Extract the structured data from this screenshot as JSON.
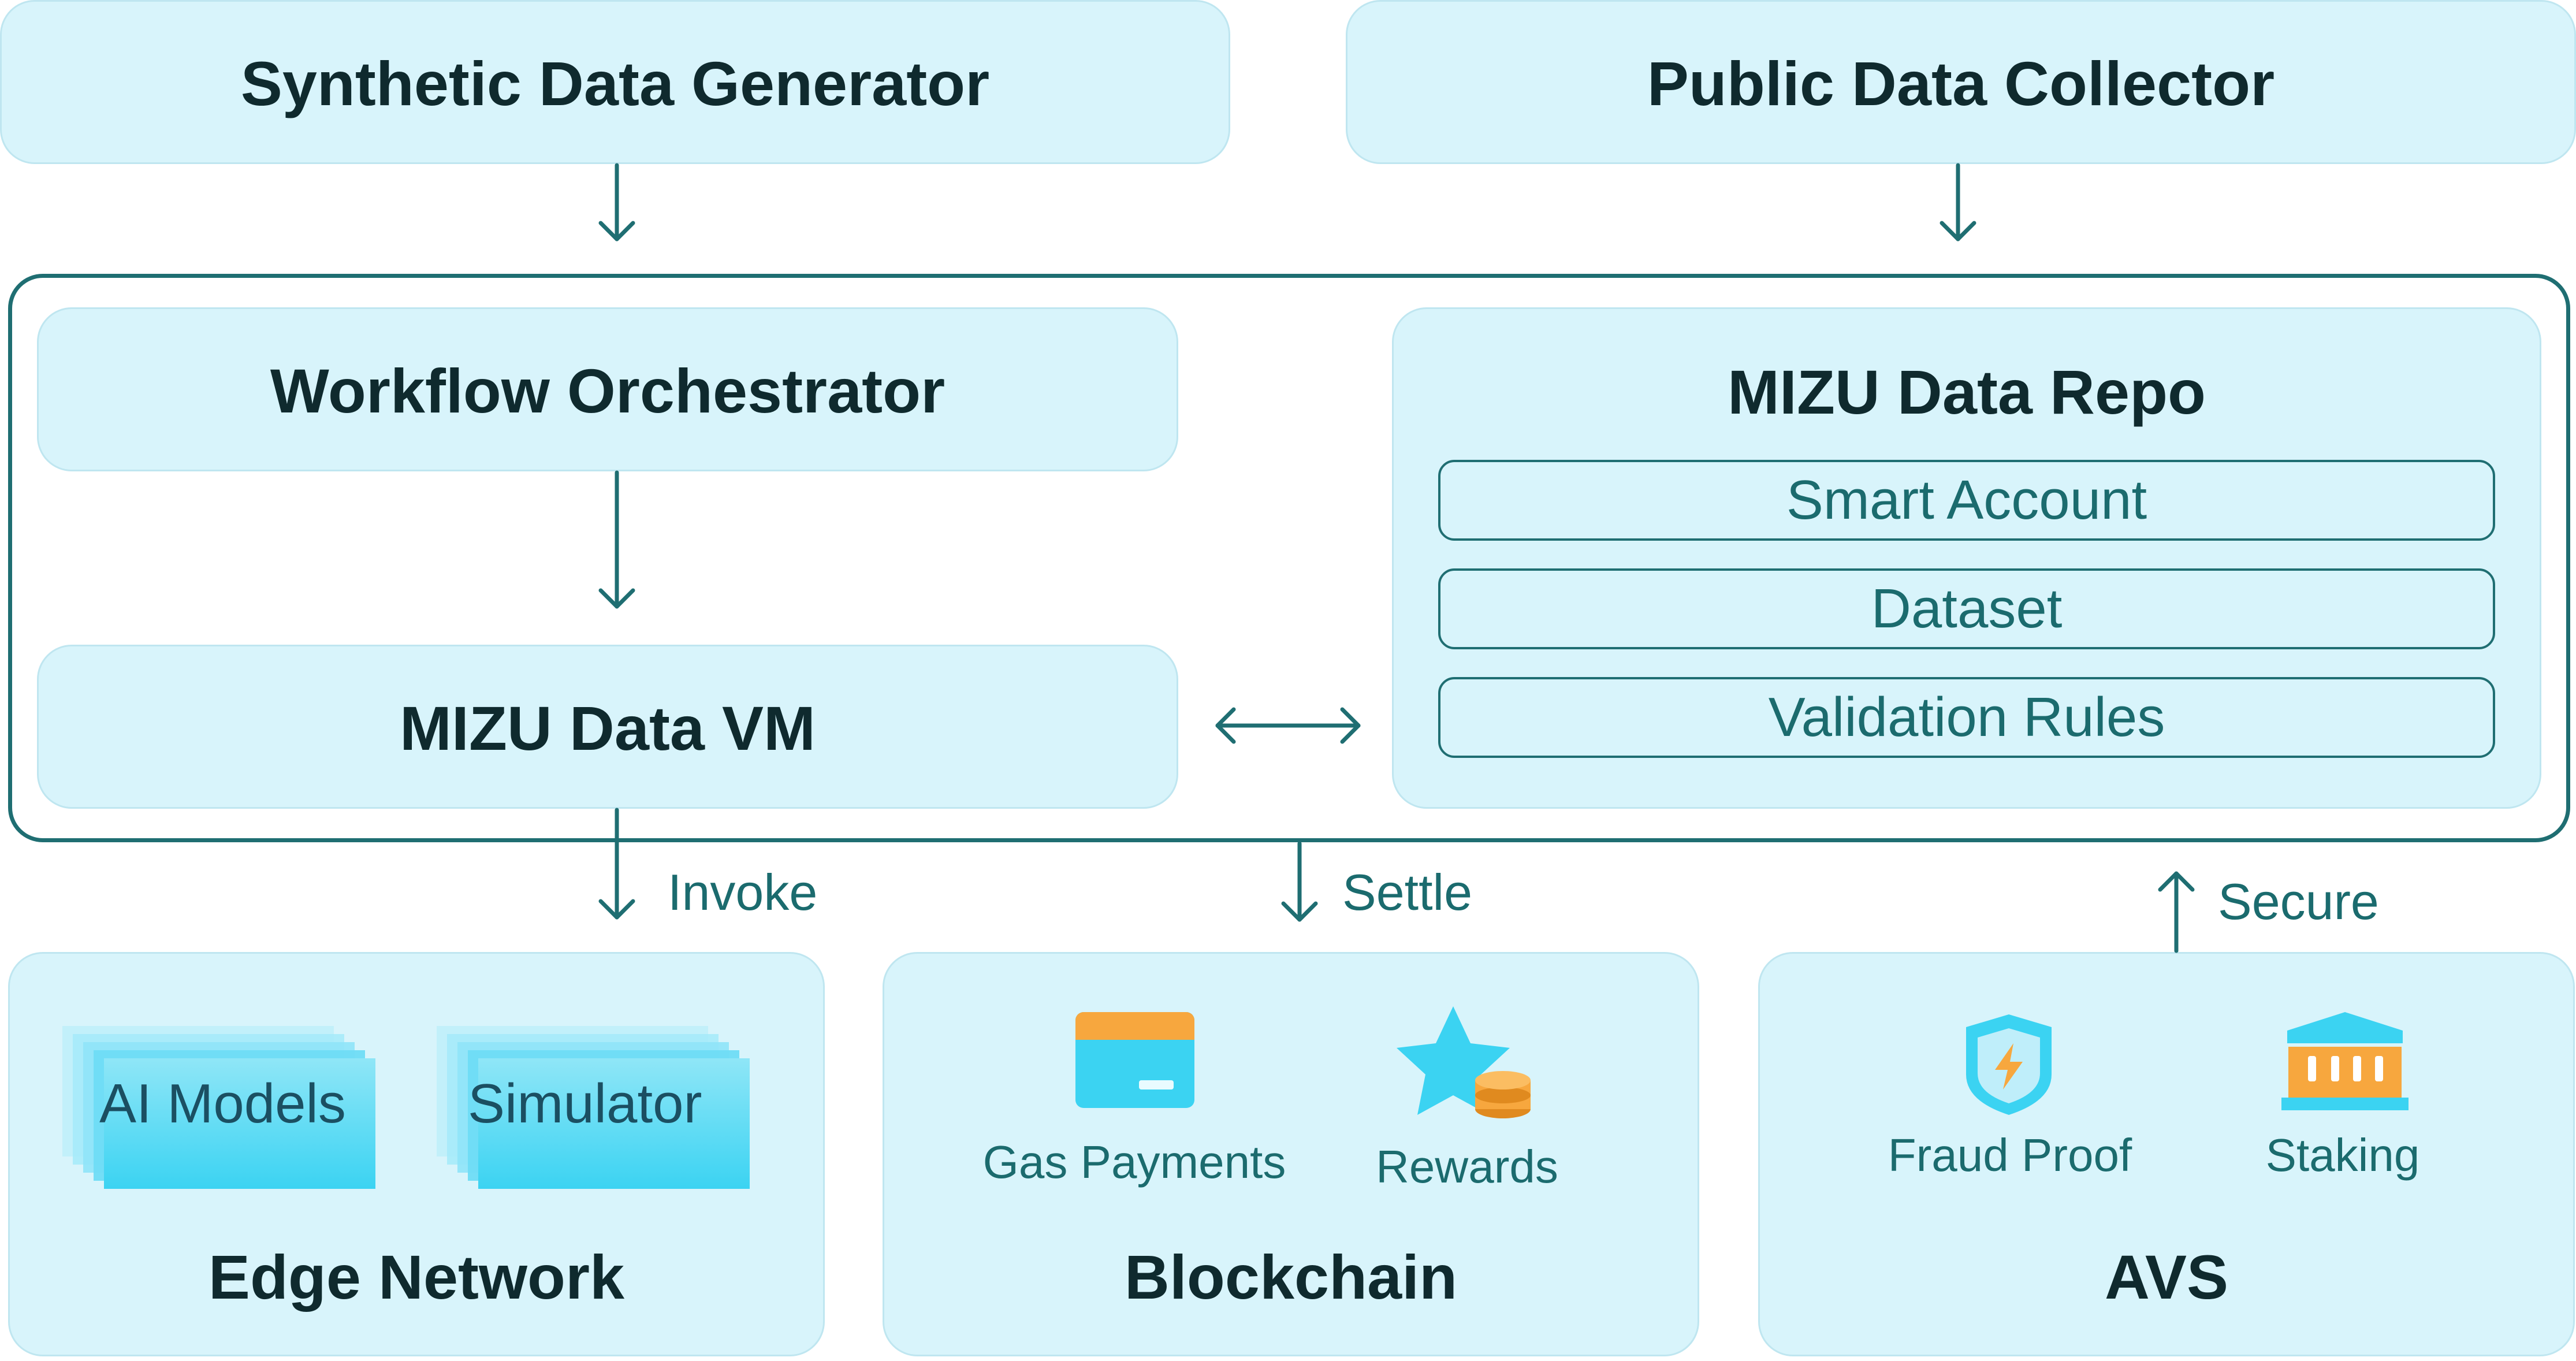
{
  "top": {
    "synthetic": "Synthetic Data Generator",
    "public": "Public Data Collector"
  },
  "core": {
    "orchestrator": "Workflow Orchestrator",
    "vm": "MIZU Data VM",
    "repo": {
      "title": "MIZU Data Repo",
      "items": [
        "Smart Account",
        "Dataset",
        "Validation Rules"
      ]
    }
  },
  "edges": {
    "invoke": "Invoke",
    "settle": "Settle",
    "secure": "Secure"
  },
  "bottom": {
    "edge": {
      "title": "Edge Network",
      "items": [
        "AI Models",
        "Simulator"
      ]
    },
    "blockchain": {
      "title": "Blockchain",
      "items": [
        "Gas Payments",
        "Rewards"
      ]
    },
    "avs": {
      "title": "AVS",
      "items": [
        "Fraud Proof",
        "Staking"
      ]
    }
  },
  "colors": {
    "box_fill": "#d8f4fb",
    "accent": "#1f6e72",
    "icon_cyan": "#3bd3f2",
    "icon_orange": "#f7a73e"
  }
}
